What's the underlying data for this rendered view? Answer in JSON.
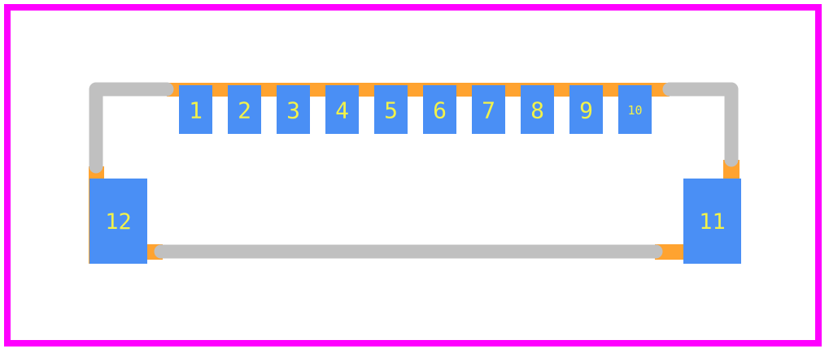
{
  "colors": {
    "background": "#ffffff",
    "board_outline": "#ff00ff",
    "pad": "#4a8ff5",
    "pad_label": "#f2f24a",
    "copper_edge": "#ffa330",
    "silkscreen": "#c0c0c0"
  },
  "pads": [
    {
      "id": "1",
      "label": "1",
      "kind": "signal"
    },
    {
      "id": "2",
      "label": "2",
      "kind": "signal"
    },
    {
      "id": "3",
      "label": "3",
      "kind": "signal"
    },
    {
      "id": "4",
      "label": "4",
      "kind": "signal"
    },
    {
      "id": "5",
      "label": "5",
      "kind": "signal"
    },
    {
      "id": "6",
      "label": "6",
      "kind": "signal"
    },
    {
      "id": "7",
      "label": "7",
      "kind": "signal"
    },
    {
      "id": "8",
      "label": "8",
      "kind": "signal"
    },
    {
      "id": "9",
      "label": "9",
      "kind": "signal"
    },
    {
      "id": "10",
      "label": "10",
      "kind": "signal"
    },
    {
      "id": "11",
      "label": "11",
      "kind": "mount"
    },
    {
      "id": "12",
      "label": "12",
      "kind": "mount"
    }
  ]
}
